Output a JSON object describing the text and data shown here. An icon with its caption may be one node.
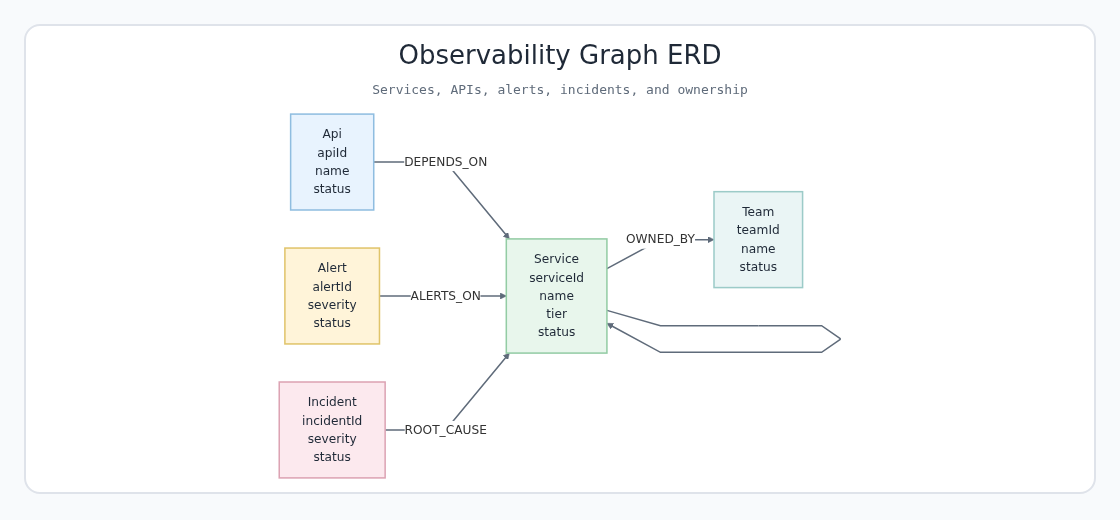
{
  "diagram": {
    "title": "Observability Graph ERD",
    "caption": "Services, APIs, alerts, incidents, and ownership",
    "nodes": [
      {
        "text": [
          "Api",
          "apiId",
          "name",
          "status"
        ]
      },
      {
        "text": [
          "Team",
          "teamId",
          "name",
          "status"
        ]
      },
      {
        "text": [
          "Service",
          "serviceId",
          "name",
          "tier",
          "status"
        ]
      },
      {
        "text": [
          "Alert",
          "alertId",
          "severity",
          "status"
        ]
      },
      {
        "text": [
          "Incident",
          "incidentId",
          "severity",
          "status"
        ]
      }
    ],
    "edges": [
      {
        "from": 0,
        "to": 2,
        "arrow": "to",
        "label": "DEPENDS_ON"
      },
      {
        "from": 3,
        "to": 2,
        "arrow": "to",
        "label": "ALERTS_ON"
      },
      {
        "from": 2,
        "to": 1,
        "arrow": "to",
        "label": "OWNED_BY"
      },
      {
        "from": 4,
        "to": 2,
        "arrow": "to",
        "label": "ROOT_CAUSE"
      },
      {
        "from": 2,
        "to": 2,
        "arrow": "to"
      }
    ]
  }
}
